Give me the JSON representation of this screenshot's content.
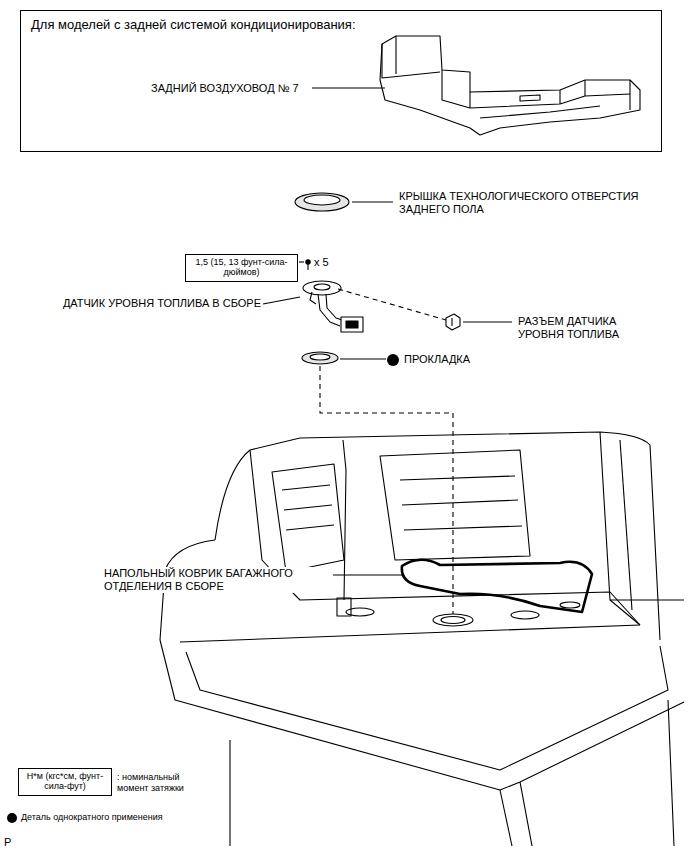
{
  "diagram": {
    "nodes": [
      {
        "text": [
          "Для моделей с задней системой кондиционирования:",
          "ЗАДНИЙ ВОЗДУХОВОД № 7"
        ]
      },
      {
        "text": [
          "1,5 (15, 13 фунт-сила-дюймов)"
        ]
      },
      {
        "text": [
          "Н*м (кгс*см, фунт-сила-фут)"
        ]
      }
    ],
    "labels": [
      "КРЫШКА ТЕХНОЛОГИЧЕСКОГО ОТВЕРСТИЯ ЗАДНЕГО ПОЛА",
      "x 5",
      "ДАТЧИК УРОВНЯ ТОПЛИВА В СБОРЕ",
      "РАЗЪЕМ ДАТЧИКА УРОВНЯ ТОПЛИВА",
      "ПРОКЛАДКА",
      "НАПОЛЬНЫЙ КОВРИК БАГАЖНОГО ОТДЕЛЕНИЯ В СБОРЕ",
      "P"
    ],
    "legend": [
      {
        "text": ": номинальный момент затяжки"
      },
      {
        "text": "Деталь однократного применения",
        "color": "#000000"
      }
    ]
  }
}
